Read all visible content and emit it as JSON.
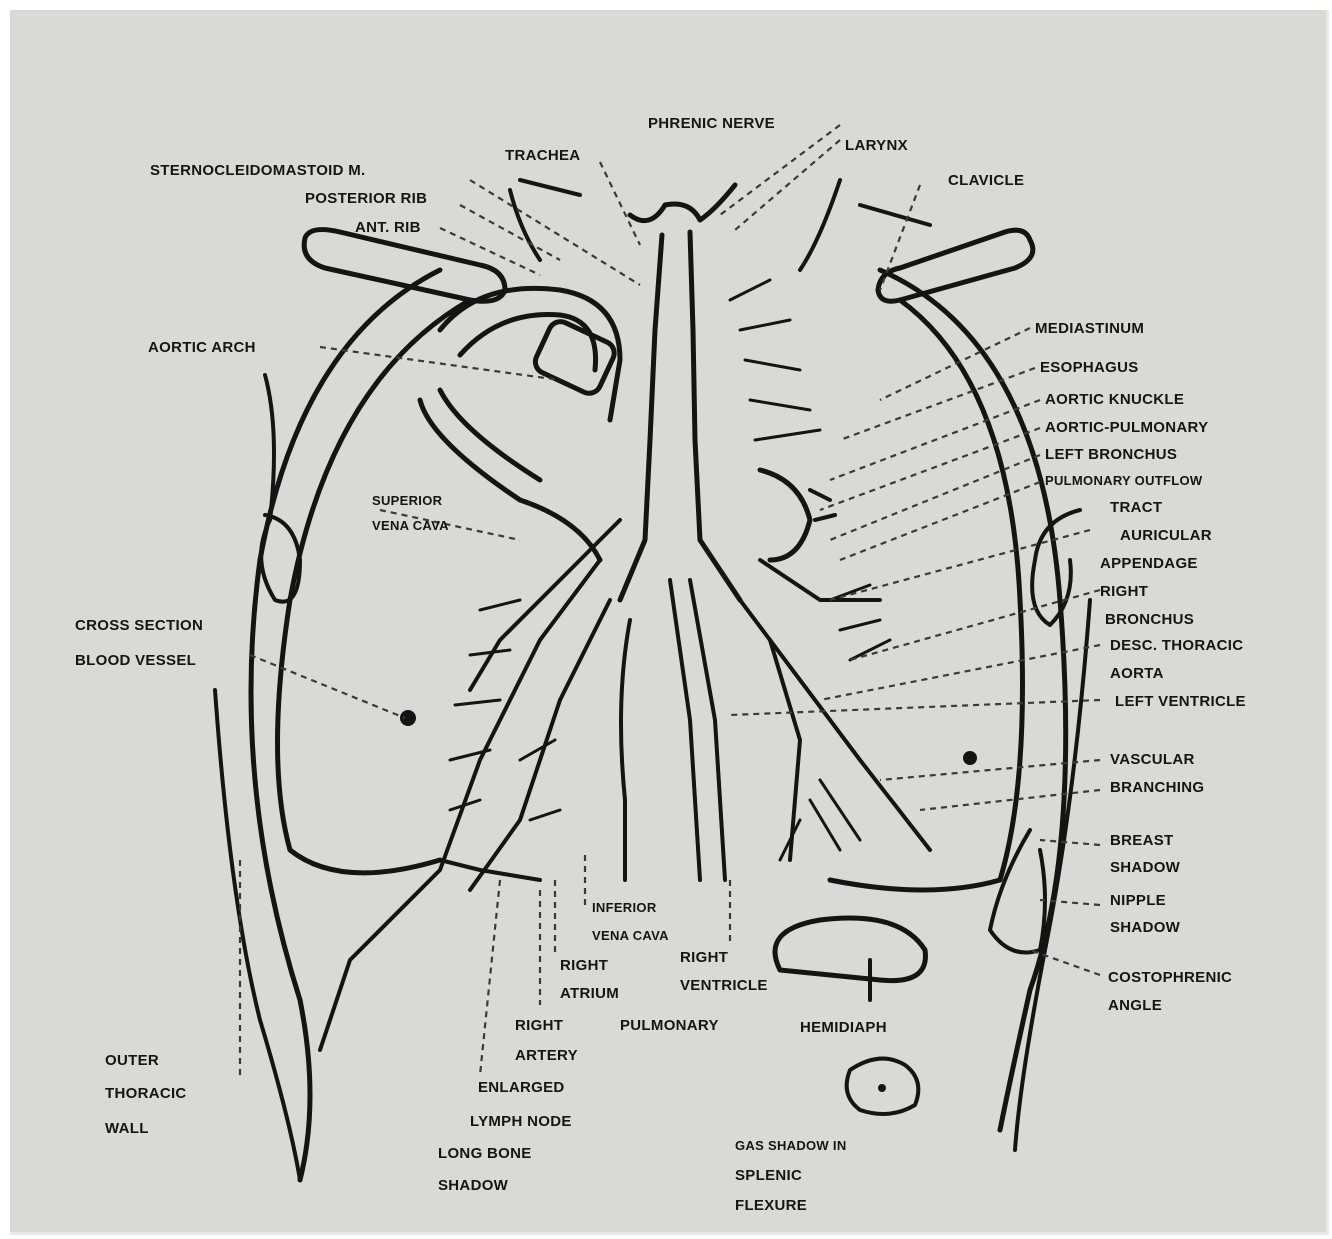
{
  "labels": {
    "phrenic_nerve": "PHRENIC NERVE",
    "sternocleidomastoid": "STERNOCLEIDOMASTOID M.",
    "trachea": "TRACHEA",
    "larynx": "LARYNX",
    "clavicle": "CLAVICLE",
    "posterior_rib": "POSTERIOR RIB",
    "ant_rib": "ANT. RIB",
    "aortic_arch": "AORTIC ARCH",
    "mediastinum": "MEDIASTINUM",
    "esophagus": "ESOPHAGUS",
    "aortic_knuckle": "AORTIC KNUCKLE",
    "aortic_pulmonary": "AORTIC-PULMONARY",
    "left_bronchus": "LEFT BRONCHUS",
    "pulmonary_outflow": "PULMONARY OUTFLOW",
    "tract": "TRACT",
    "auricular": "AURICULAR",
    "appendage": "APPENDAGE",
    "right": "RIGHT",
    "bronchus": "BRONCHUS",
    "desc_thoracic": "DESC. THORACIC",
    "aorta": "AORTA",
    "left_ventricle": "LEFT VENTRICLE",
    "vascular": "VASCULAR",
    "branching": "BRANCHING",
    "breast_shadow": "BREAST",
    "breast_shadow_2": "SHADOW",
    "nipple_shadow": "NIPPLE",
    "nipple_shadow_2": "SHADOW",
    "costophrenic": "COSTOPHRENIC",
    "angle": "ANGLE",
    "superior": "SUPERIOR",
    "vena_cava_sup": "VENA CAVA",
    "cross_section": "CROSS SECTION",
    "blood_vessel": "BLOOD VESSEL",
    "inferior": "INFERIOR",
    "vena_cava_inf": "VENA CAVA",
    "right_atrium_1": "RIGHT",
    "right_atrium_2": "ATRIUM",
    "right_ventricle_1": "RIGHT",
    "right_ventricle_2": "VENTRICLE",
    "right_pulm_1": "RIGHT",
    "pulmonary": "PULMONARY",
    "artery": "ARTERY",
    "hemidiaph": "HEMIDIAPH",
    "enlarged": "ENLARGED",
    "lymph_node": "LYMPH NODE",
    "outer": "OUTER",
    "thoracic": "THORACIC",
    "wall": "WALL",
    "long_bone": "LONG BONE",
    "shadow_lb": "SHADOW",
    "gas_shadow": "GAS SHADOW IN",
    "splenic": "SPLENIC",
    "flexure": "FLEXURE"
  },
  "colors": {
    "paper": "#d9d9d7",
    "ink": "#141414",
    "leader": "#3a3a3a"
  }
}
